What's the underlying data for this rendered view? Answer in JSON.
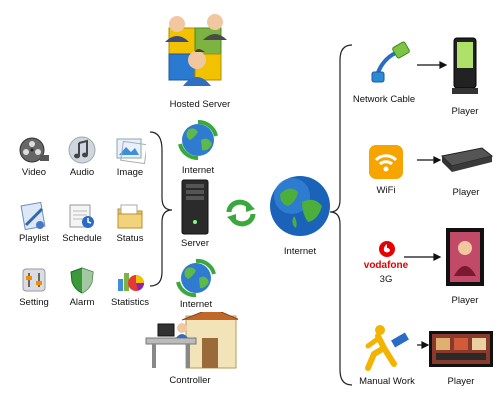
{
  "hosted_server": {
    "label": "Hosted Server"
  },
  "internet_top": {
    "label": "Internet"
  },
  "internet_bottom": {
    "label": "Internet"
  },
  "server": {
    "label": "Server"
  },
  "internet_center": {
    "label": "Internet"
  },
  "controller": {
    "label": "Controller"
  },
  "features": [
    {
      "label": "Video",
      "icon": "film-reel-icon"
    },
    {
      "label": "Audio",
      "icon": "music-note-icon"
    },
    {
      "label": "Image",
      "icon": "image-icon"
    },
    {
      "label": "Playlist",
      "icon": "playlist-icon"
    },
    {
      "label": "Schedule",
      "icon": "schedule-icon"
    },
    {
      "label": "Status",
      "icon": "status-folder-icon"
    },
    {
      "label": "Setting",
      "icon": "settings-icon"
    },
    {
      "label": "Alarm",
      "icon": "shield-icon"
    },
    {
      "label": "Statistics",
      "icon": "pie-chart-icon"
    }
  ],
  "connections": [
    {
      "label": "Network Cable",
      "icon": "network-cable-icon",
      "player": "Player"
    },
    {
      "label": "WiFi",
      "icon": "wifi-icon",
      "player": "Player"
    },
    {
      "label": "vodafone",
      "sub": "3G",
      "icon": "vodafone-icon",
      "player": "Player"
    },
    {
      "label": "Manual Work",
      "icon": "running-man-usb-icon",
      "player": "Player"
    }
  ],
  "colors": {
    "globe_blue": "#1a63b8",
    "globe_green": "#4caf3c",
    "arrow_green": "#3aa83a",
    "vodafone_red": "#e60000",
    "wifi_orange": "#f5a400",
    "line": "#222222"
  }
}
